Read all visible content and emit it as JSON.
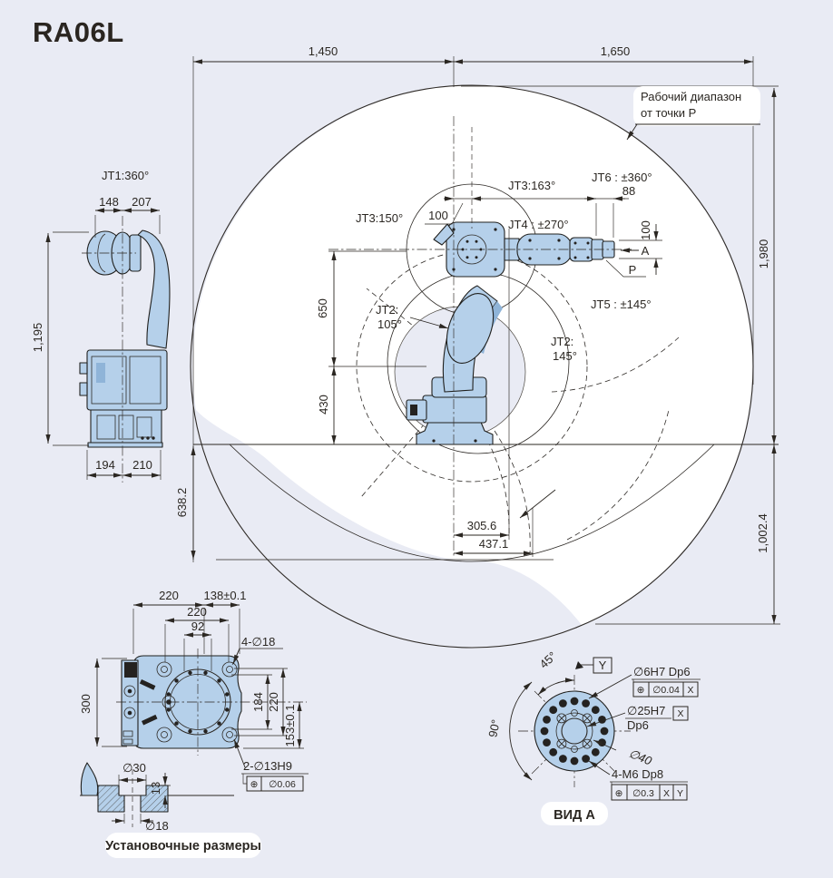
{
  "colors": {
    "background": "#e9ebf4",
    "paper": "#ffffff",
    "line": "#2b2722",
    "robot-fill": "#b5d0ea",
    "robot-dark": "#8fb4d8",
    "detail-dark": "#242220"
  },
  "title": "RA06L",
  "callout": {
    "line1": "Рабочий диапазон",
    "line2": "от точки P"
  },
  "main": {
    "d1450": "1,450",
    "d1650": "1,650",
    "d1980": "1,980",
    "d1002": "1,002.4",
    "d638": "638.2",
    "d305": "305.6",
    "d437": "437.1",
    "d650": "650",
    "d430": "430",
    "d100_top": "100",
    "d88": "88",
    "d100_right": "100",
    "jt3_150": "JT3:150°",
    "jt3_163": "JT3:163°",
    "jt4": "JT4 : ±270°",
    "jt6": "JT6 : ±360°",
    "jt5": "JT5 : ±145°",
    "jt2_left_1": "JT2:",
    "jt2_left_2": "105°",
    "jt2_right_1": "JT2:",
    "jt2_right_2": "145°",
    "point_a": "A",
    "point_p": "P"
  },
  "side": {
    "jt1": "JT1:360°",
    "d148": "148",
    "d207": "207",
    "d1195": "1,195",
    "d194": "194",
    "d210": "210"
  },
  "mount": {
    "d300": "300",
    "d220_top": "220",
    "d138": "138±0.1",
    "d220_mid": "220",
    "d92": "92",
    "holes_18": "4-∅18",
    "d184": "184",
    "d220_right": "220",
    "d153": "153±0.1",
    "holes_13": "2-∅13H9",
    "fcf_sym": "⊕",
    "fcf_tol": "∅0.06",
    "label": "Установочные размеры"
  },
  "section": {
    "d30": "∅30",
    "d13": "13",
    "d18": "∅18"
  },
  "flange": {
    "a45": "45°",
    "a90": "90°",
    "datum_y": "Y",
    "hole6": "∅6H7 Dp6",
    "fcf6_sym": "⊕",
    "fcf6_tol": "∅0.04",
    "fcf6_datum": "X",
    "bore": "∅25H7",
    "bore_dp": "Dp6",
    "bore_datum": "X",
    "d40": "∅40",
    "m6": "4-M6 Dp8",
    "fcfm6_sym": "⊕",
    "fcfm6_tol": "∅0.3",
    "fcfm6_d1": "X",
    "fcfm6_d2": "Y",
    "label": "ВИД A"
  }
}
